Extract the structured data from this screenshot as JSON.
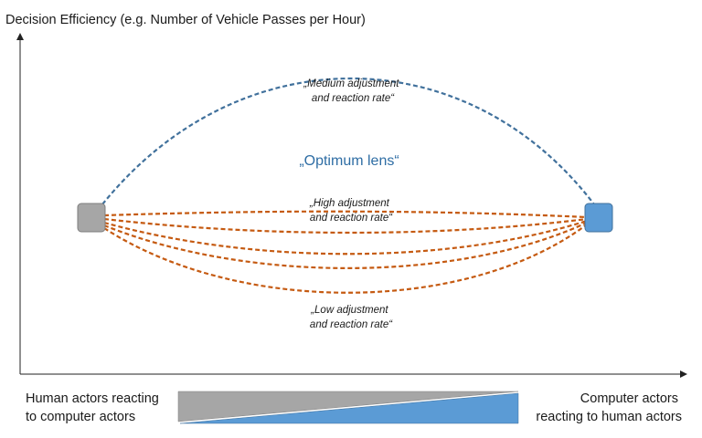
{
  "y_axis_label": "Decision Efficiency (e.g. Number of Vehicle Passes per Hour)",
  "annotations": {
    "medium": [
      "„Medium adjustment",
      "and reaction rate“"
    ],
    "optimum": "„Optimum lens“",
    "high": [
      "„High adjustment",
      "and reaction rate“"
    ],
    "low": [
      "„Low adjustment",
      "and reaction rate“"
    ]
  },
  "bottom": {
    "left": [
      "Human actors reacting",
      "to computer actors"
    ],
    "right": [
      "Computer actors",
      "reacting to human actors"
    ]
  },
  "colors": {
    "medium_curve": "#41719c",
    "low_high_curves": "#c55a11",
    "human_node": "#a6a6a6",
    "computer_node": "#5b9bd5",
    "optimum_text": "#2e6da4",
    "gradient_gray": "#a6a6a6",
    "gradient_blue": "#5b9bd5"
  }
}
